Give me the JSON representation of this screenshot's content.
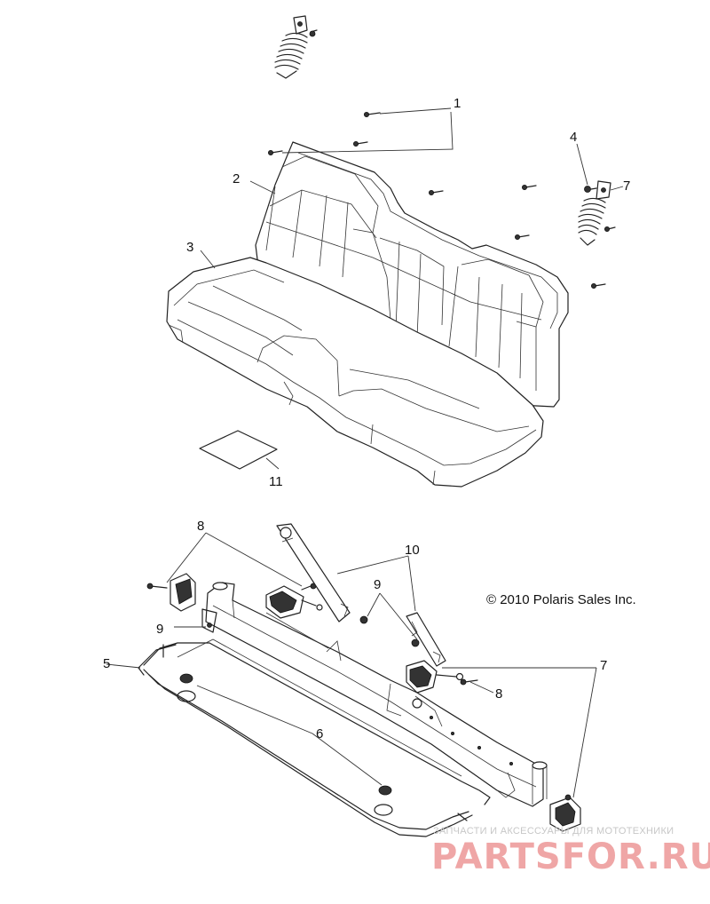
{
  "callouts": [
    "1",
    "2",
    "3",
    "4",
    "7",
    "11",
    "8",
    "10",
    "9",
    "9",
    "5",
    "6",
    "7",
    "8"
  ],
  "copyright": "© 2010 Polaris Sales Inc.",
  "watermark": {
    "caption": "ЗАПЧАСТИ И АКСЕССУАРЫ ДЛЯ МОТОТЕХНИКИ",
    "brand": "PARTSFOR.RU",
    "color": "#e98888"
  }
}
